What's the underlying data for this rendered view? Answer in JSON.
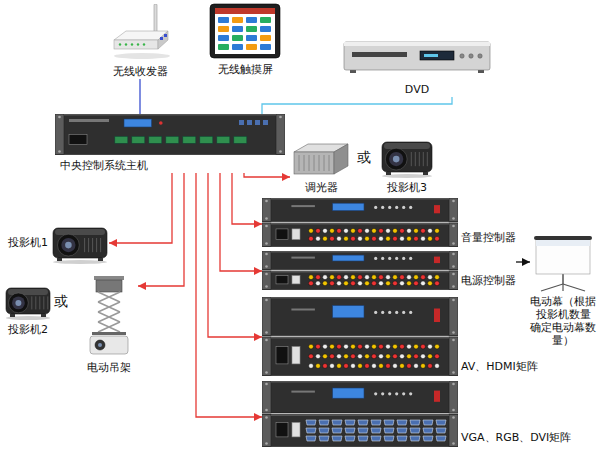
{
  "diagram": {
    "nodes": [
      {
        "text": [
          "无线收发器"
        ]
      },
      {
        "text": [
          "无线触摸屏"
        ]
      },
      {
        "text": [
          "DVD"
        ]
      },
      {
        "text": [
          "中央控制系统主机"
        ]
      },
      {
        "text": [
          "调光器"
        ]
      },
      {
        "text": [
          "投影机3"
        ]
      },
      {
        "text": [
          "音量控制器"
        ]
      },
      {
        "text": [
          "投影机1"
        ]
      },
      {
        "text": [
          "电源控制器"
        ]
      },
      {
        "text": [
          "电动幕（根据投影机数量 确定电动幕数量）"
        ]
      },
      {
        "text": [
          "投影机2"
        ]
      },
      {
        "text": [
          "电动吊架"
        ]
      },
      {
        "text": [
          "AV、HDMI矩阵"
        ]
      },
      {
        "text": [
          "VGA、RGB、DVI矩阵"
        ]
      }
    ],
    "edges": [
      {
        "from": 0,
        "to": 3,
        "arrow": "none"
      },
      {
        "from": 2,
        "to": 3,
        "arrow": "none"
      },
      {
        "from": 3,
        "to": 4,
        "arrow": "to"
      },
      {
        "from": 3,
        "to": 6,
        "arrow": "to"
      },
      {
        "from": 3,
        "to": 7,
        "arrow": "to"
      },
      {
        "from": 3,
        "to": 8,
        "arrow": "to"
      },
      {
        "from": 8,
        "to": 9,
        "arrow": "to"
      },
      {
        "from": 3,
        "to": 11,
        "arrow": "to"
      },
      {
        "from": 3,
        "to": 12,
        "arrow": "to"
      },
      {
        "from": 3,
        "to": 13,
        "arrow": "to"
      }
    ],
    "labels": [
      "或",
      "或"
    ]
  }
}
